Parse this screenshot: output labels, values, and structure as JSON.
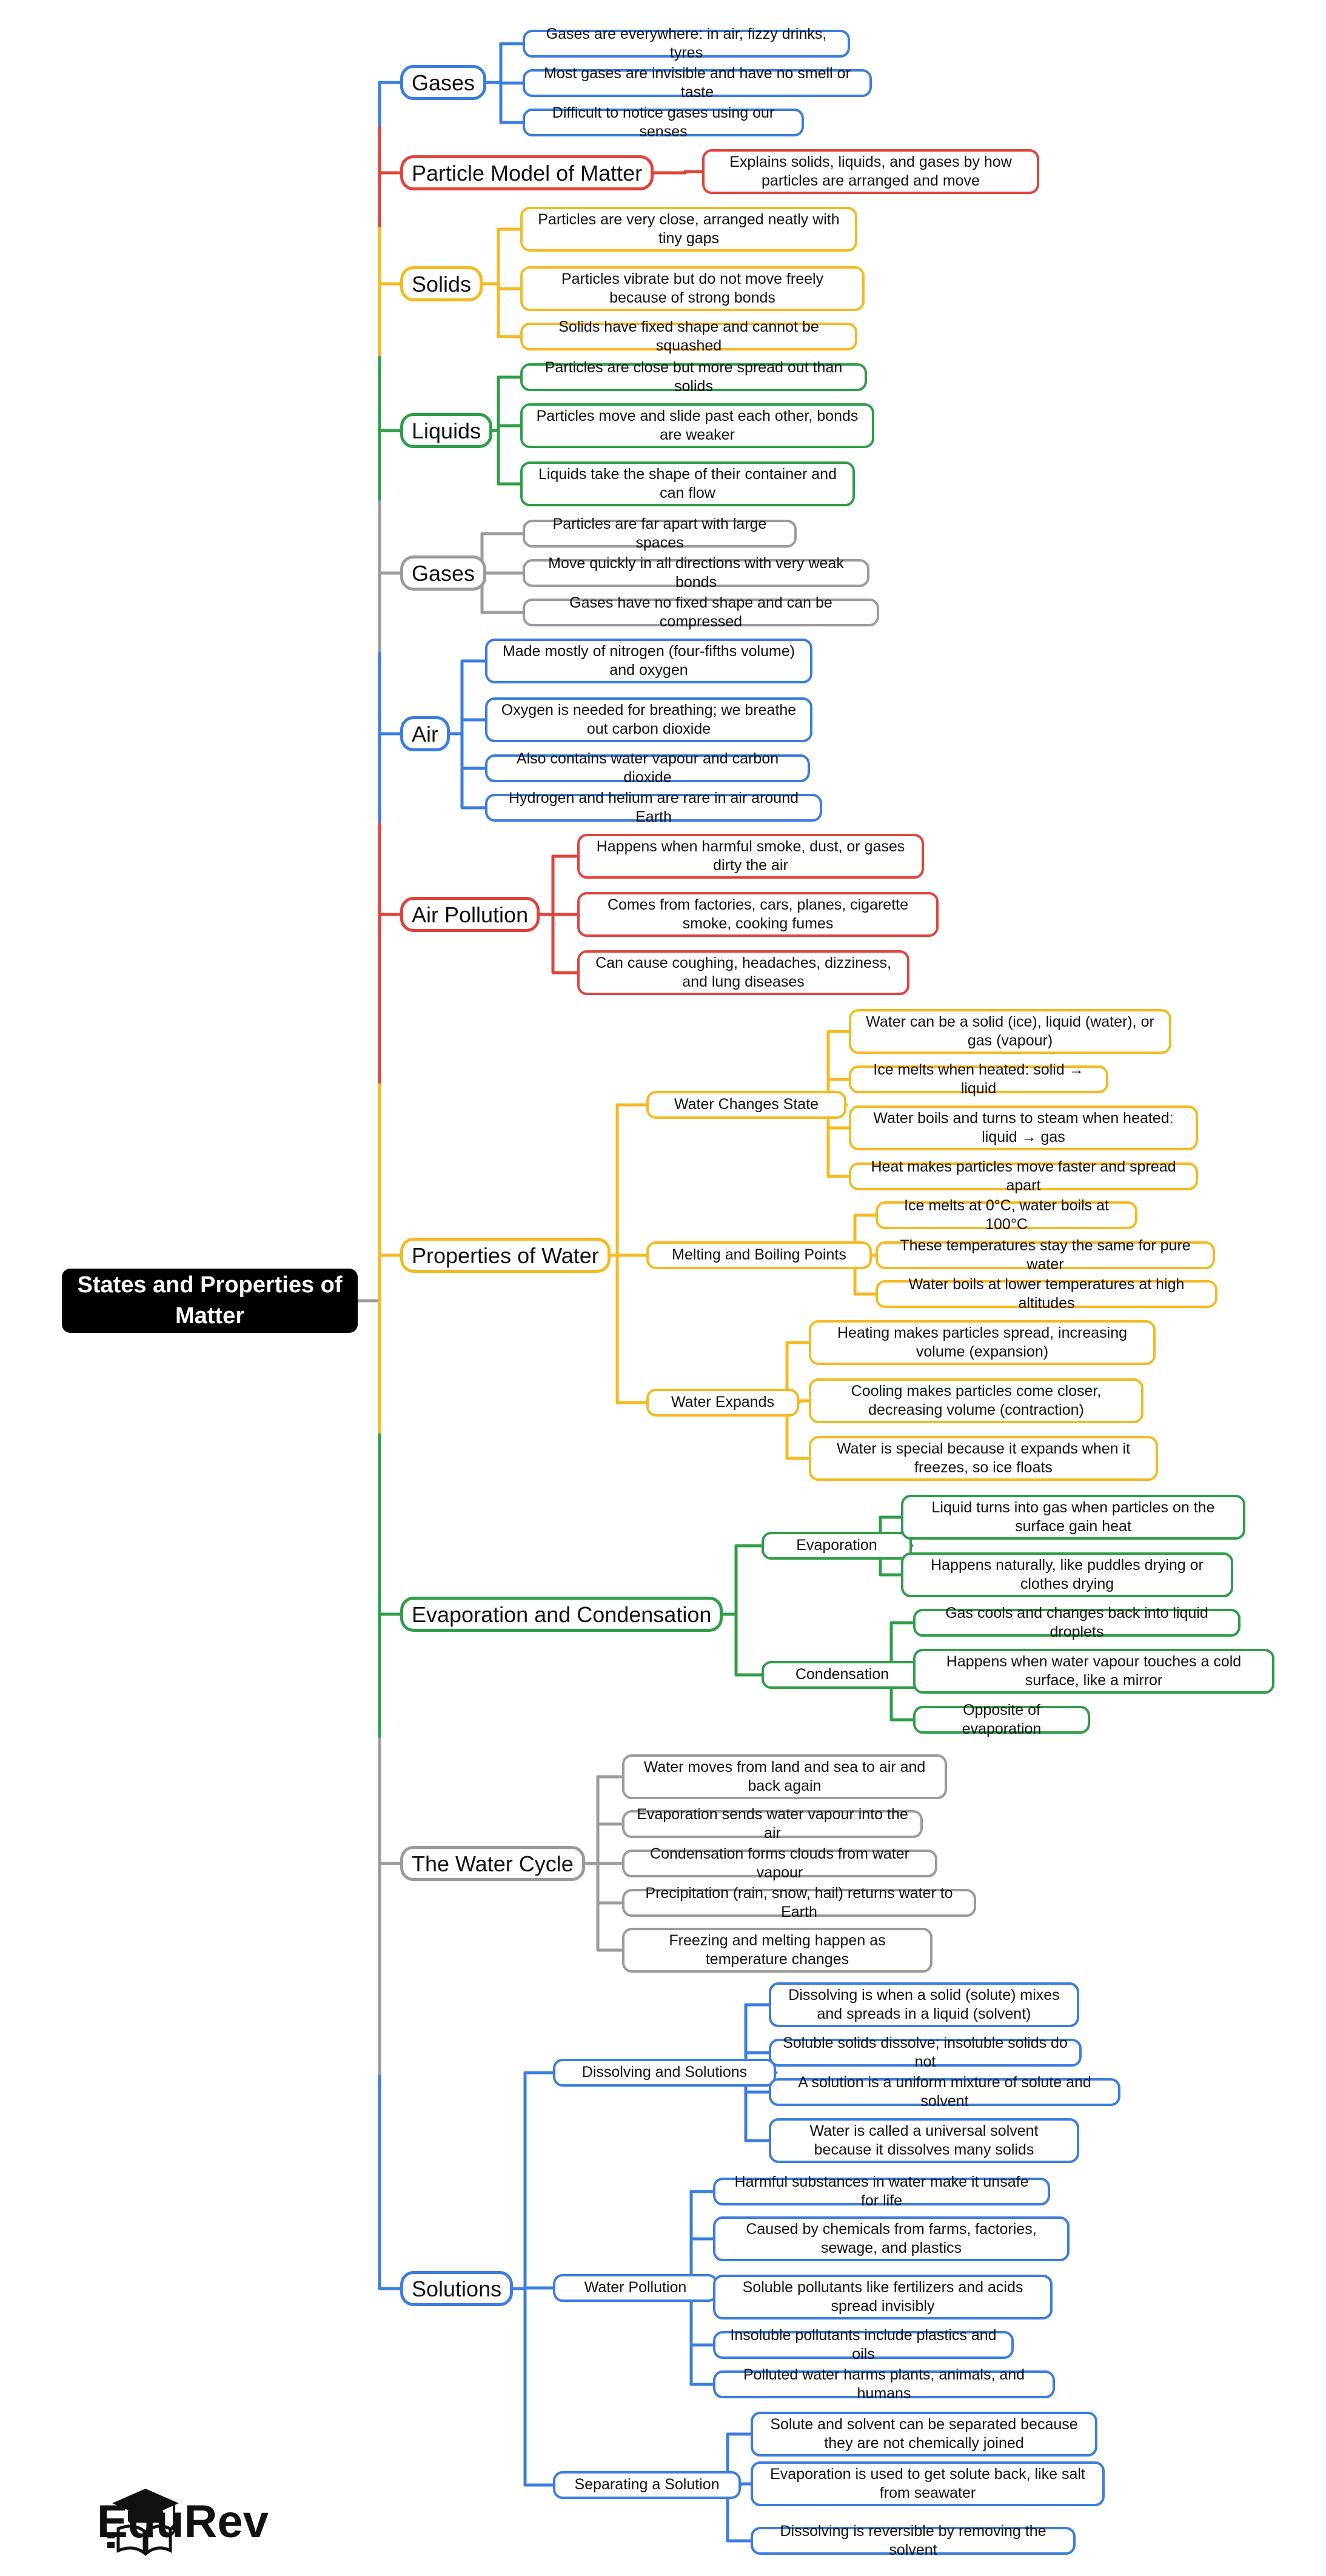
{
  "root": {
    "label": "States and Properties of Matter"
  },
  "colors": {
    "blue": "#3b7de0",
    "red": "#e0433a",
    "yellow": "#f5b921",
    "green": "#2e9e48",
    "gray": "#9b9b9b"
  },
  "brand": {
    "name": "EduRev",
    "icon": "graduation-cap-book-icon"
  },
  "categories": [
    {
      "label": "Gases",
      "leaves": [
        "Gases are everywhere: in air, fizzy drinks, tyres",
        "Most gases are invisible and have no smell or taste",
        "Difficult to notice gases using our senses"
      ]
    },
    {
      "label": "Particle Model of Matter",
      "leaves": [
        "Explains solids, liquids, and gases by how particles are arranged and move"
      ]
    },
    {
      "label": "Solids",
      "leaves": [
        "Particles are very close, arranged neatly with tiny gaps",
        "Particles vibrate but do not move freely because of strong bonds",
        "Solids have fixed shape and cannot be squashed"
      ]
    },
    {
      "label": "Liquids",
      "leaves": [
        "Particles are close but more spread out than solids",
        "Particles move and slide past each other, bonds are weaker",
        "Liquids take the shape of their container and can flow"
      ]
    },
    {
      "label": "Gases",
      "leaves": [
        "Particles are far apart with large spaces",
        "Move quickly in all directions with very weak bonds",
        "Gases have no fixed shape and can be compressed"
      ]
    },
    {
      "label": "Air",
      "leaves": [
        "Made mostly of nitrogen (four-fifths volume) and oxygen",
        "Oxygen is needed for breathing; we breathe out carbon dioxide",
        "Also contains water vapour and carbon dioxide",
        "Hydrogen and helium are rare in air around Earth"
      ]
    },
    {
      "label": "Air Pollution",
      "leaves": [
        "Happens when harmful smoke, dust, or gases dirty the air",
        "Comes from factories, cars, planes, cigarette smoke, cooking fumes",
        "Can cause coughing, headaches, dizziness, and lung diseases"
      ]
    },
    {
      "label": "Properties of Water",
      "subs": [
        {
          "label": "Water Changes State",
          "leaves": [
            "Water can be a solid (ice), liquid (water), or gas (vapour)",
            "Ice melts when heated: solid → liquid",
            "Water boils and turns to steam when heated: liquid → gas",
            "Heat makes particles move faster and spread apart"
          ]
        },
        {
          "label": "Melting and Boiling Points",
          "leaves": [
            "Ice melts at 0°C, water boils at 100°C",
            "These temperatures stay the same for pure water",
            "Water boils at lower temperatures at high altitudes"
          ]
        },
        {
          "label": "Water Expands",
          "leaves": [
            "Heating makes particles spread, increasing volume (expansion)",
            "Cooling makes particles come closer, decreasing volume (contraction)",
            "Water is special because it expands when it freezes, so ice floats"
          ]
        }
      ]
    },
    {
      "label": "Evaporation and Condensation",
      "subs": [
        {
          "label": "Evaporation",
          "leaves": [
            "Liquid turns into gas when particles on the surface gain heat",
            "Happens naturally, like puddles drying or clothes drying"
          ]
        },
        {
          "label": "Condensation",
          "leaves": [
            "Gas cools and changes back into liquid droplets",
            "Happens when water vapour touches a cold surface, like a mirror",
            "Opposite of evaporation"
          ]
        }
      ]
    },
    {
      "label": "The Water Cycle",
      "leaves": [
        "Water moves from land and sea to air and back again",
        "Evaporation sends water vapour into the air",
        "Condensation forms clouds from water vapour",
        "Precipitation (rain, snow, hail) returns water to Earth",
        "Freezing and melting happen as temperature changes"
      ]
    },
    {
      "label": "Solutions",
      "subs": [
        {
          "label": "Dissolving and Solutions",
          "leaves": [
            "Dissolving is when a solid (solute) mixes and spreads in a liquid (solvent)",
            "Soluble solids dissolve; insoluble solids do not",
            "A solution is a uniform mixture of solute and solvent",
            "Water is called a universal solvent because it dissolves many solids"
          ]
        },
        {
          "label": "Water Pollution",
          "leaves": [
            "Harmful substances in water make it unsafe for life",
            "Caused by chemicals from farms, factories, sewage, and plastics",
            "Soluble pollutants like fertilizers and acids spread invisibly",
            "Insoluble pollutants include plastics and oils",
            "Polluted water harms plants, animals, and humans"
          ]
        },
        {
          "label": "Separating a Solution",
          "leaves": [
            "Solute and solvent can be separated because they are not chemically joined",
            "Evaporation is used to get solute back, like salt from seawater",
            "Dissolving is reversible by removing the solvent"
          ]
        }
      ]
    }
  ]
}
